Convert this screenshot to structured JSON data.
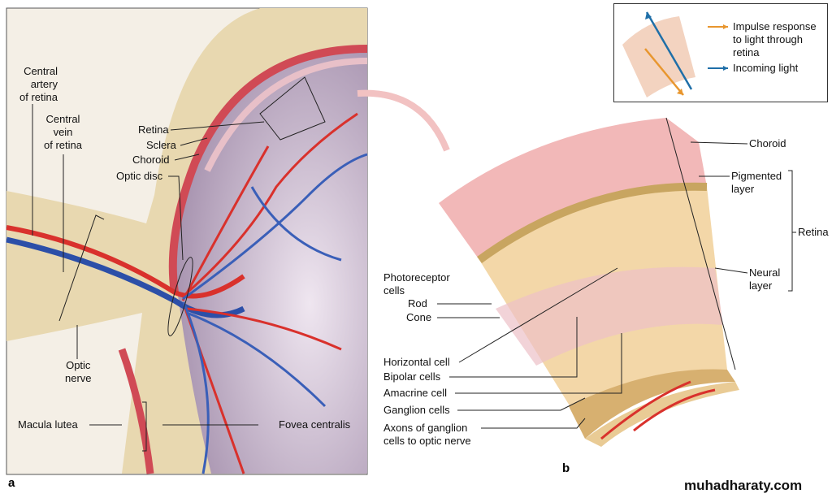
{
  "panel_a": {
    "letter": "a",
    "labels": {
      "central_artery": [
        "Central",
        "artery",
        "of retina"
      ],
      "central_vein": [
        "Central",
        "vein",
        "of retina"
      ],
      "retina": "Retina",
      "sclera": "Sclera",
      "choroid": "Choroid",
      "optic_disc": "Optic disc",
      "optic_nerve": [
        "Optic",
        "nerve"
      ],
      "macula_lutea": "Macula lutea",
      "fovea_centralis": "Fovea centralis"
    }
  },
  "panel_b": {
    "letter": "b",
    "labels": {
      "choroid": "Choroid",
      "pigmented_layer": [
        "Pigmented",
        "layer"
      ],
      "retina": "Retina",
      "neural_layer": [
        "Neural",
        "layer"
      ],
      "photoreceptor_cells": [
        "Photoreceptor",
        "cells"
      ],
      "rod": "Rod",
      "cone": "Cone",
      "horizontal_cell": "Horizontal cell",
      "bipolar_cells": "Bipolar cells",
      "amacrine_cell": "Amacrine cell",
      "ganglion_cells": "Ganglion cells",
      "axons": [
        "Axons of ganglion",
        "cells to optic nerve"
      ]
    }
  },
  "legend": {
    "impulse": [
      "Impulse response",
      "to light through",
      "retina"
    ],
    "incoming": "Incoming light",
    "colors": {
      "impulse": "#e8962e",
      "incoming": "#1f6fa8"
    }
  },
  "watermark": "muhadharaty.com"
}
